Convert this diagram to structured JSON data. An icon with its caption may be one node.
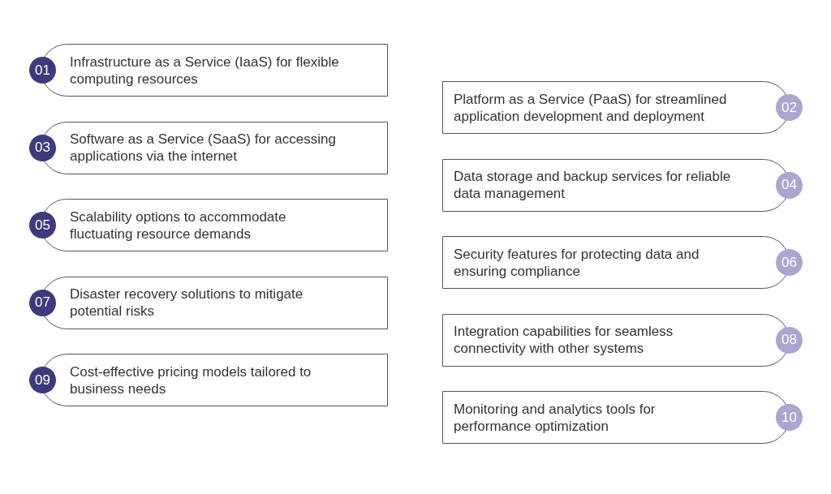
{
  "diagram": {
    "nodes": [
      {
        "text": [
          "01",
          "Infrastructure as a Service (IaaS) for flexible computing resources"
        ]
      },
      {
        "text": [
          "Platform as a Service (PaaS) for streamlined application development and deployment",
          "02"
        ]
      },
      {
        "text": [
          "03",
          "Software as a Service (SaaS) for accessing applications via the internet"
        ]
      },
      {
        "text": [
          "Data storage and backup services for reliable data management",
          "04"
        ]
      },
      {
        "text": [
          "05",
          "Scalability options to accommodate fluctuating resource demands"
        ]
      },
      {
        "text": [
          "Security features for protecting data and ensuring compliance",
          "06"
        ]
      },
      {
        "text": [
          "07",
          "Disaster recovery solutions to mitigate potential risks"
        ]
      },
      {
        "text": [
          "Integration capabilities for seamless connectivity with other systems",
          "08"
        ]
      },
      {
        "text": [
          "09",
          "Cost-effective pricing models tailored to business needs"
        ]
      },
      {
        "text": [
          "Monitoring and analytics tools for performance optimization",
          "10"
        ]
      }
    ]
  }
}
